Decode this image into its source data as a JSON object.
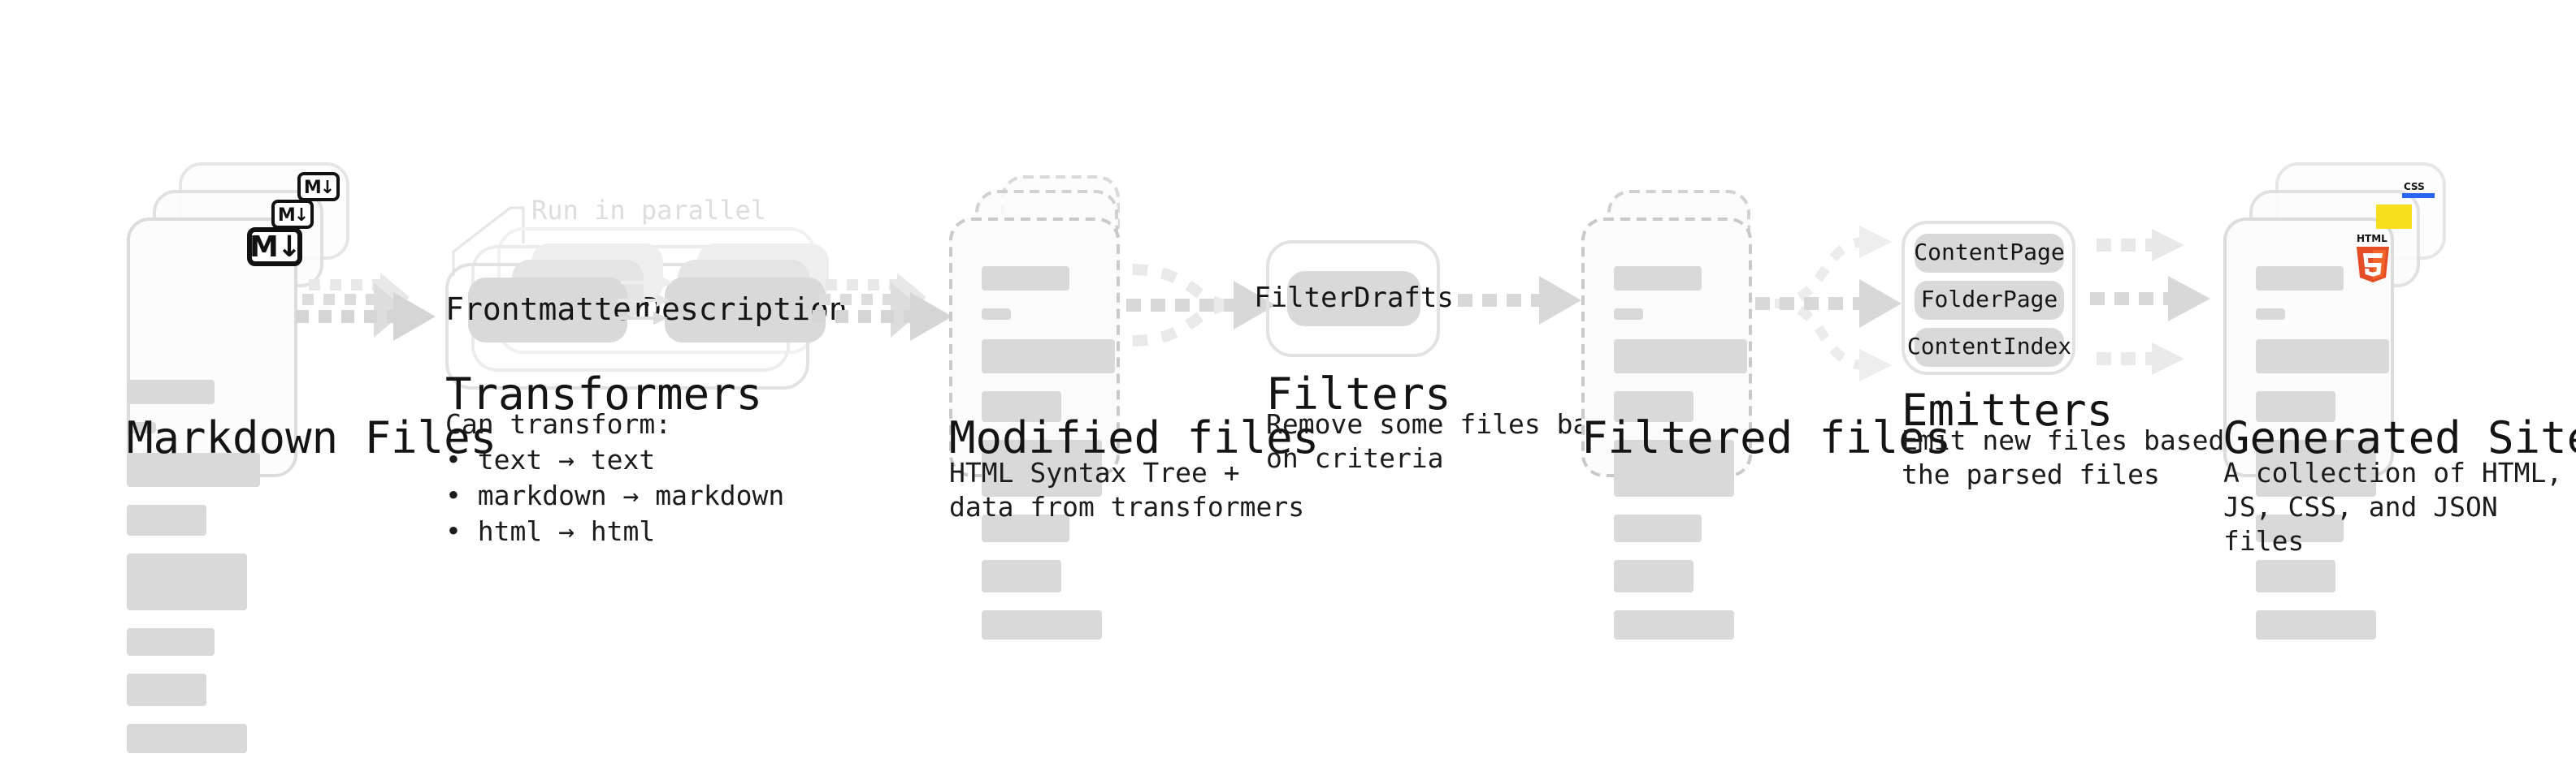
{
  "diagram": {
    "title_font": "monospace",
    "accent_gray": "#d9d9d9",
    "stages": [
      {
        "id": "markdown-files",
        "title": "Markdown Files",
        "desc": "",
        "badge": "M↓",
        "badge_name": "markdown-icon"
      },
      {
        "id": "transformers",
        "title": "Transformers",
        "desc": "Can transform:\n• text → text\n• markdown → markdown\n• html → html",
        "note": "Run in parallel",
        "pills": [
          "Frontmatter",
          "Description"
        ]
      },
      {
        "id": "modified-files",
        "title": "Modified files",
        "desc": "HTML Syntax Tree +\ndata from transformers"
      },
      {
        "id": "filters",
        "title": "Filters",
        "desc": "Remove some files based\non criteria",
        "pills": [
          "FilterDrafts"
        ]
      },
      {
        "id": "filtered-files",
        "title": "Filtered files",
        "desc": ""
      },
      {
        "id": "emitters",
        "title": "Emitters",
        "desc": "Emit new files based on\nthe parsed files",
        "pills": [
          "ContentPage",
          "FolderPage",
          "ContentIndex"
        ]
      },
      {
        "id": "generated-site",
        "title": "Generated Site",
        "desc": "A collection of HTML,\nJS, CSS, and JSON files",
        "badges": [
          "CSS",
          "JS",
          "HTML5"
        ]
      }
    ]
  }
}
